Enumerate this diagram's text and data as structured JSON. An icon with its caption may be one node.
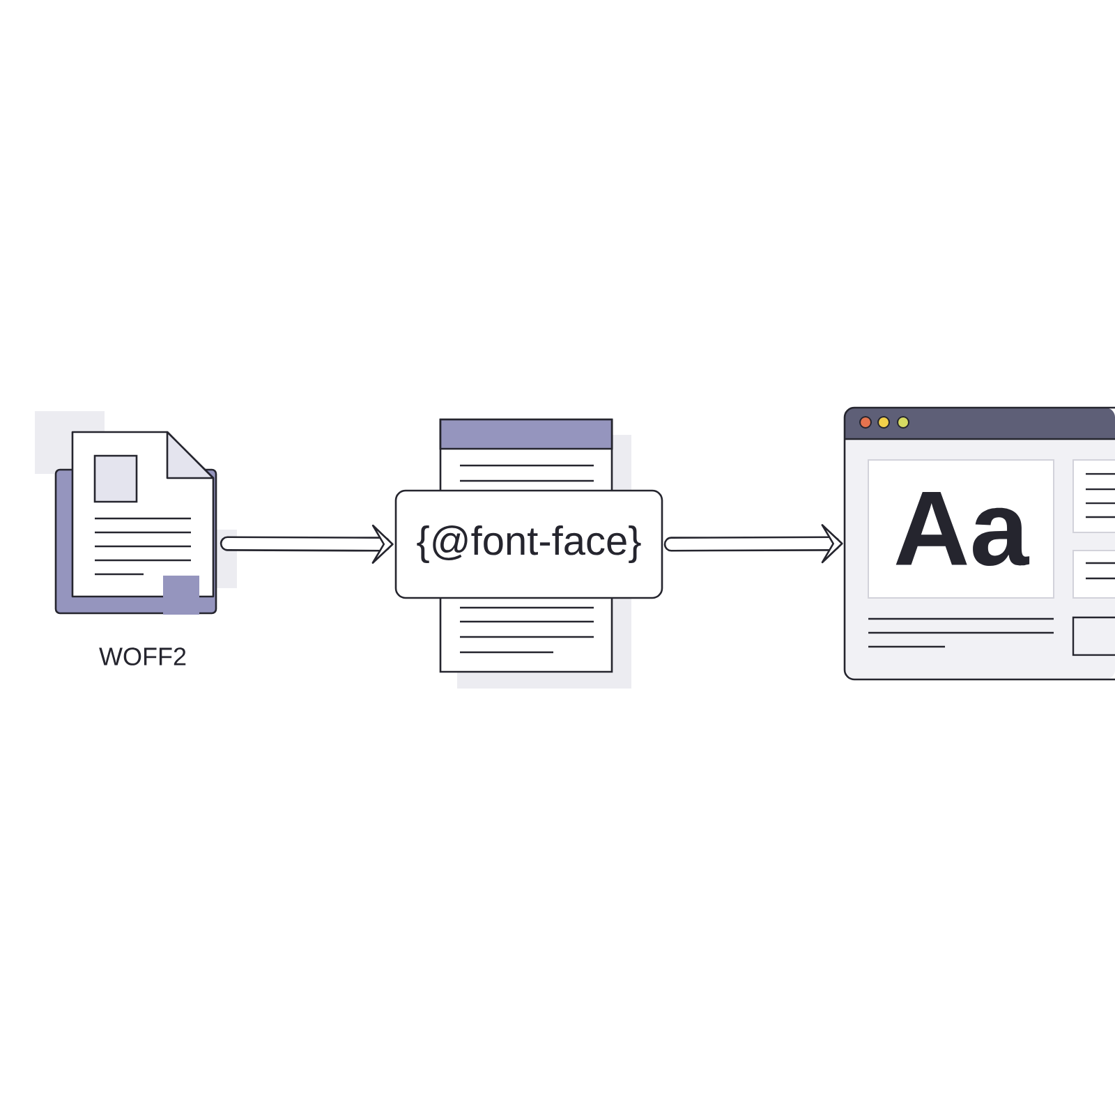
{
  "diagram": {
    "nodes": [
      {
        "text": [
          "WOFF2"
        ]
      },
      {
        "text": [
          "{@font-face}"
        ]
      },
      {
        "text": [],
        "shape": "picture"
      },
      {
        "text": [
          "Aa"
        ],
        "in": 2
      }
    ],
    "edges": [
      {
        "from": 0,
        "to": 1,
        "arrow": "to"
      },
      {
        "from": 1,
        "to": 2,
        "arrow": "to"
      }
    ]
  }
}
